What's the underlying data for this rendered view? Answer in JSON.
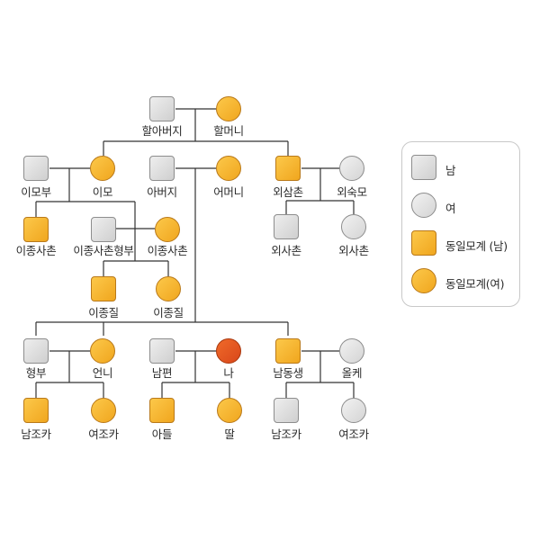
{
  "diagram": {
    "people": {
      "grandfather": "할아버지",
      "grandmother": "할머니",
      "aunt_husband": "이모부",
      "aunt": "이모",
      "father": "아버지",
      "mother": "어머니",
      "uncle": "외삼촌",
      "uncle_wife": "외숙모",
      "cousin_m": "이종사촌",
      "cousin_husband": "이종사촌형부",
      "cousin_f": "이종사촌",
      "niece_m": "이종질",
      "niece_f": "이종질",
      "maternal_cousin_m": "외사촌",
      "maternal_cousin_f": "외사촌",
      "brother_in_law": "형부",
      "sister": "언니",
      "husband": "남편",
      "me": "나",
      "brother": "남동생",
      "sister_in_law": "올케",
      "nephew1": "남조카",
      "niece1": "여조카",
      "son": "아들",
      "daughter": "딸",
      "nephew2": "남조카",
      "niece2": "여조카"
    }
  },
  "legend": {
    "male": "남",
    "female": "여",
    "kin_male": "동일모계 (남)",
    "kin_female": "동일모계(여)"
  },
  "colors": {
    "male_fill": "#d9d9d9",
    "kin_fill": "#f5b12c",
    "self_fill": "#e2541f",
    "line": "#333333"
  }
}
